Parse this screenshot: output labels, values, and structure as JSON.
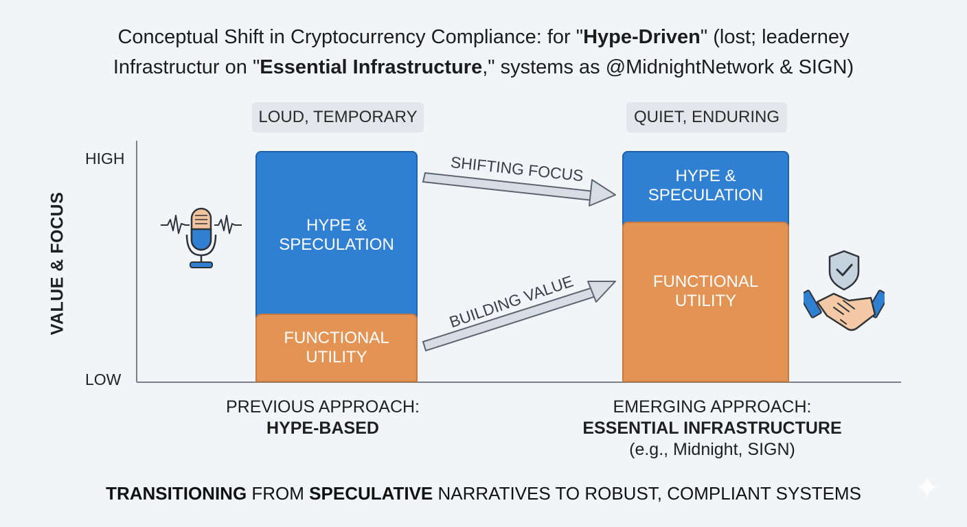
{
  "title": {
    "line1_a": "Conceptual Shift in Cryptocurrency Compliance: for \"",
    "line1_bold": "Hype-Driven",
    "line1_b": "\" (lost; leaderney",
    "line2_a": "Infrastructur on \"",
    "line2_bold": "Essential Infrastructure",
    "line2_b": ",\" systems as @MidnightNetwork & SIGN)"
  },
  "axis": {
    "y_title": "VALUE & FOCUS",
    "high": "HIGH",
    "low": "LOW"
  },
  "left": {
    "tag": "LOUD, TEMPORARY",
    "top_segment": "HYPE & SPECULATION",
    "bottom_segment": "FUNCTIONAL UTILITY",
    "caption_line1": "PREVIOUS APPROACH:",
    "caption_line2": "HYPE-BASED",
    "icon": "microphone-icon"
  },
  "right": {
    "tag": "QUIET, ENDURING",
    "top_segment": "HYPE & SPECULATION",
    "bottom_segment": "FUNCTIONAL UTILITY",
    "caption_line1": "EMERGING APPROACH:",
    "caption_line2": "ESSENTIAL INFRASTRUCTURE",
    "caption_line3": "(e.g., Midnight, SIGN)",
    "icon": "shield-handshake-icon"
  },
  "arrows": {
    "upper": "SHIFTING FOCUS",
    "lower": "BUILDING VALUE"
  },
  "footer": {
    "bold1": "TRANSITIONING",
    "text1": " FROM ",
    "bold2": "SPECULATIVE",
    "text2": " NARRATIVES TO ROBUST, COMPLIANT SYSTEMS"
  },
  "colors": {
    "hype": "#2f7fd3",
    "utility": "#e39353",
    "background": "#f1f5f8"
  }
}
